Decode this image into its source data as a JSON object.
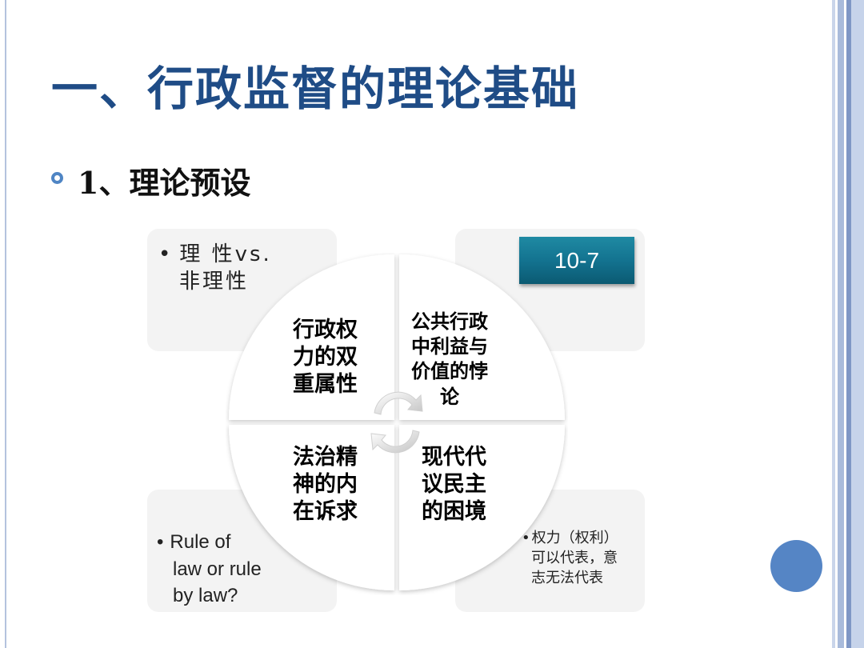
{
  "slide": {
    "title": "一、行政监督的理论基础",
    "subtitle": "1、理论预设",
    "badge": "10-7"
  },
  "cards": {
    "top_left": {
      "bullet": "•",
      "line1": "理 性vs.",
      "line2": "非理性"
    },
    "bottom_left": {
      "bullet": "•",
      "line1": "Rule of",
      "line2": "law or rule",
      "line3": "by law?"
    },
    "bottom_right": {
      "bullet": "•",
      "line1": "权力（权利）",
      "line2": "可以代表，意",
      "line3": "志无法代表"
    }
  },
  "quadrants": {
    "top_left": [
      "行政权",
      "力的双",
      "重属性"
    ],
    "top_right": [
      "公共行政",
      "中利益与",
      "价值的悖",
      "论"
    ],
    "bottom_left": [
      "法治精",
      "神的内",
      "在诉求"
    ],
    "bottom_right": [
      "现代代",
      "议民主",
      "的困境"
    ]
  },
  "colors": {
    "title": "#1f4c86",
    "accent": "#4f85c4",
    "badge": "#137390",
    "dot": "#5585c5"
  },
  "icons": {
    "center": "cycle-arrows-icon",
    "bullet": "ring-bullet-icon"
  }
}
